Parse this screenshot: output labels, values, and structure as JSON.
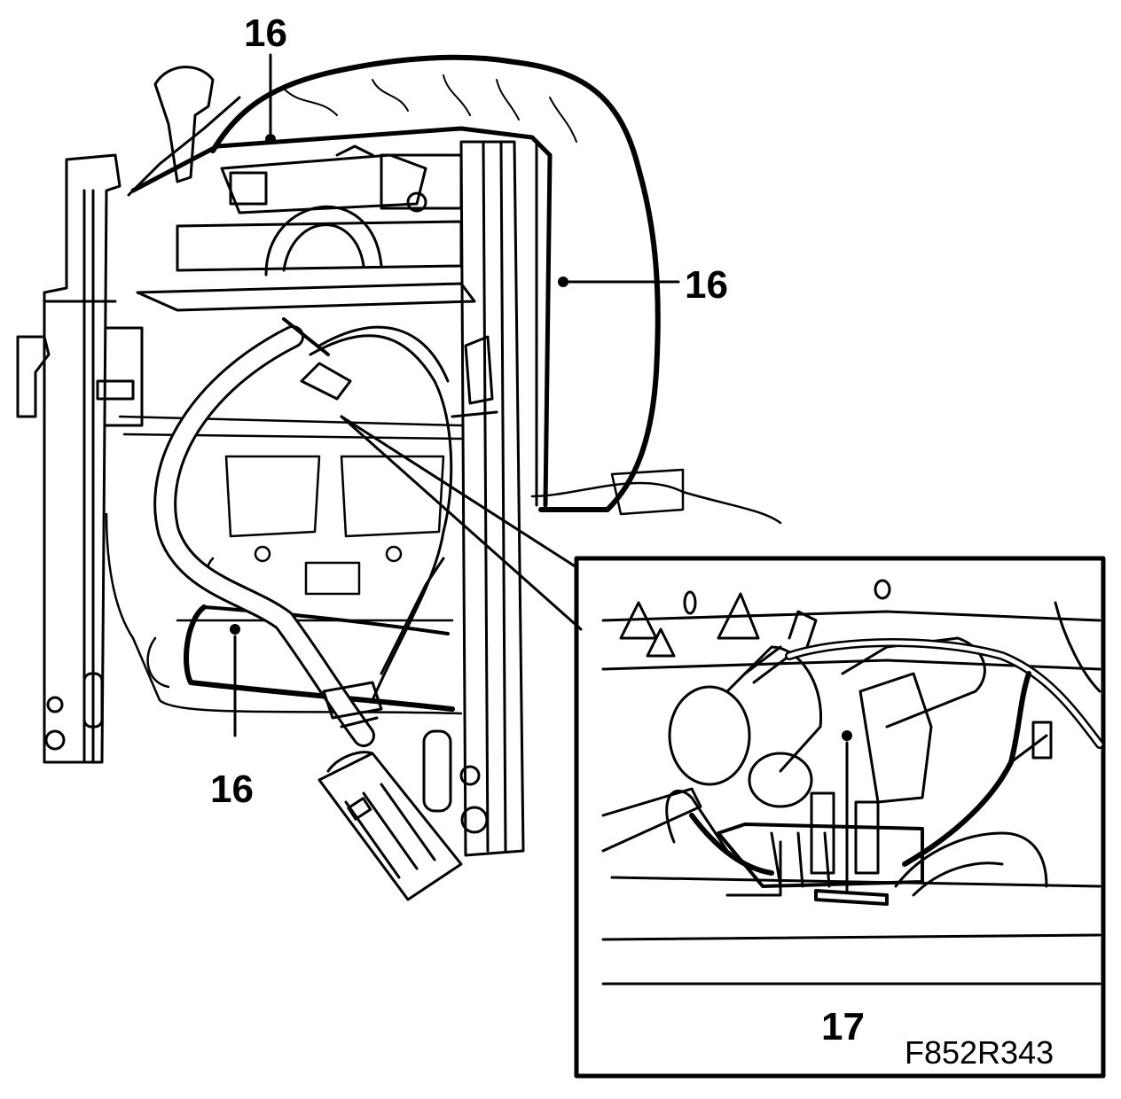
{
  "callouts": [
    {
      "label": "16"
    },
    {
      "label": "16"
    },
    {
      "label": "16"
    },
    {
      "label": "17"
    }
  ],
  "figure_reference": "F852R343",
  "colors": {
    "line": "#000000",
    "background": "#ffffff"
  }
}
